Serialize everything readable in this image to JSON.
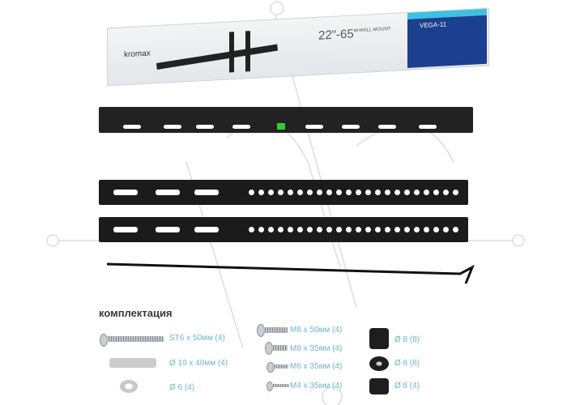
{
  "box": {
    "brand": "kromax",
    "size_range": "22\"-65\"",
    "type": "WALL MOUNT",
    "model": "VEGA-11"
  },
  "kit": {
    "title": "комплектация",
    "items": [
      {
        "label": "ST6 x 50мм (4)",
        "icon": "wood-screw"
      },
      {
        "label": "Ø 10 x 40мм (4)",
        "icon": "wall-plug"
      },
      {
        "label": "Ø 6 (4)",
        "icon": "washer"
      },
      {
        "label": "M8 x 50мм (4)",
        "icon": "bolt"
      },
      {
        "label": "M8 x 35мм (4)",
        "icon": "bolt"
      },
      {
        "label": "M6 x 35мм (4)",
        "icon": "bolt"
      },
      {
        "label": "M4 x 35мм (4)",
        "icon": "bolt"
      },
      {
        "label": "Ø 8 (8)",
        "icon": "spacer"
      },
      {
        "label": "Ø 8 (8)",
        "icon": "spacer"
      },
      {
        "label": "Ø 8 (4)",
        "icon": "spacer"
      }
    ]
  }
}
